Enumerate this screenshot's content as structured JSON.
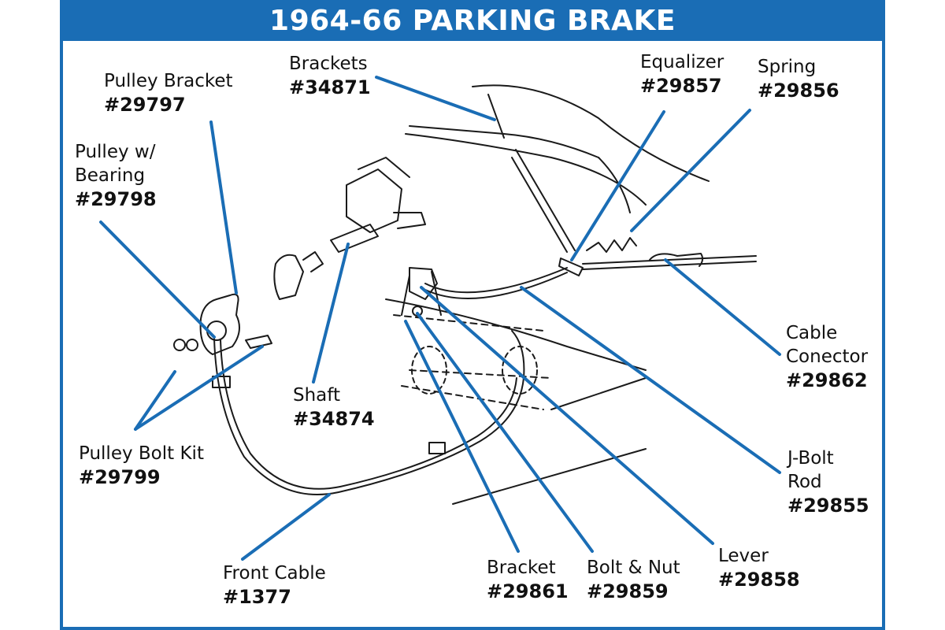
{
  "title": "1964-66 PARKING BRAKE",
  "colors": {
    "accent": "#1a6db5",
    "text": "#111111",
    "drawing": "#1a1a1a"
  },
  "callouts": [
    {
      "id": "brackets",
      "name": "Brackets",
      "part": "#34871"
    },
    {
      "id": "pulley-bracket",
      "name": "Pulley Bracket",
      "part": "#29797"
    },
    {
      "id": "pulley-bearing",
      "name": "Pulley w/\nBearing",
      "part": "#29798"
    },
    {
      "id": "equalizer",
      "name": "Equalizer",
      "part": "#29857"
    },
    {
      "id": "spring",
      "name": "Spring",
      "part": "#29856"
    },
    {
      "id": "cable-connector",
      "name": "Cable\nConector",
      "part": "#29862"
    },
    {
      "id": "shaft",
      "name": "Shaft",
      "part": "#34874"
    },
    {
      "id": "pulley-bolt-kit",
      "name": "Pulley Bolt Kit",
      "part": "#29799"
    },
    {
      "id": "j-bolt-rod",
      "name": "J-Bolt\nRod",
      "part": "#29855"
    },
    {
      "id": "front-cable",
      "name": "Front Cable",
      "part": "#1377"
    },
    {
      "id": "bracket",
      "name": "Bracket",
      "part": "#29861"
    },
    {
      "id": "bolt-nut",
      "name": "Bolt & Nut",
      "part": "#29859"
    },
    {
      "id": "lever",
      "name": "Lever",
      "part": "#29858"
    }
  ]
}
